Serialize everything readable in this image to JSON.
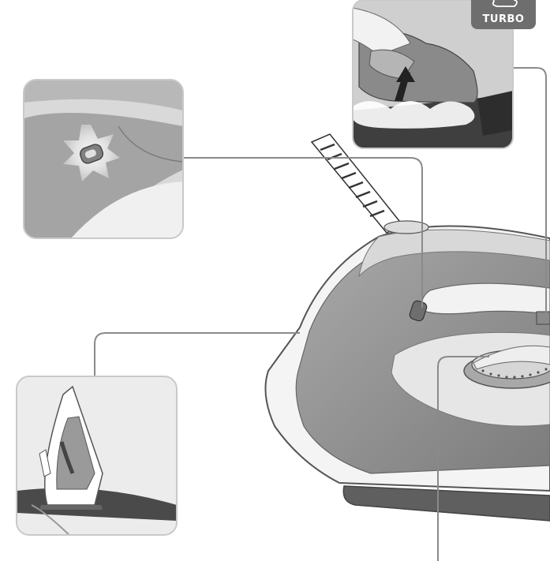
{
  "turbo_badge": {
    "label": "TURBO",
    "icon": "steam-cloud-icon"
  },
  "callouts": [
    {
      "name": "steam-light-indicator-callout",
      "icon": "glowing-indicator-icon"
    },
    {
      "name": "turbo-steam-callout",
      "icon": "hand-pressing-turbo-icon"
    },
    {
      "name": "heel-rest-callout",
      "icon": "iron-on-board-icon"
    },
    {
      "name": "temperature-dial-callout",
      "icon": "dial-icon"
    }
  ],
  "colors": {
    "line": "#8a8a8a",
    "body_light": "#eeeeee",
    "body_mid": "#bdbdbd",
    "body_dark": "#7a7a7a",
    "soleplate": "#5f5f5f",
    "badge": "#6e6e6e",
    "board": "#4a4a4a"
  }
}
